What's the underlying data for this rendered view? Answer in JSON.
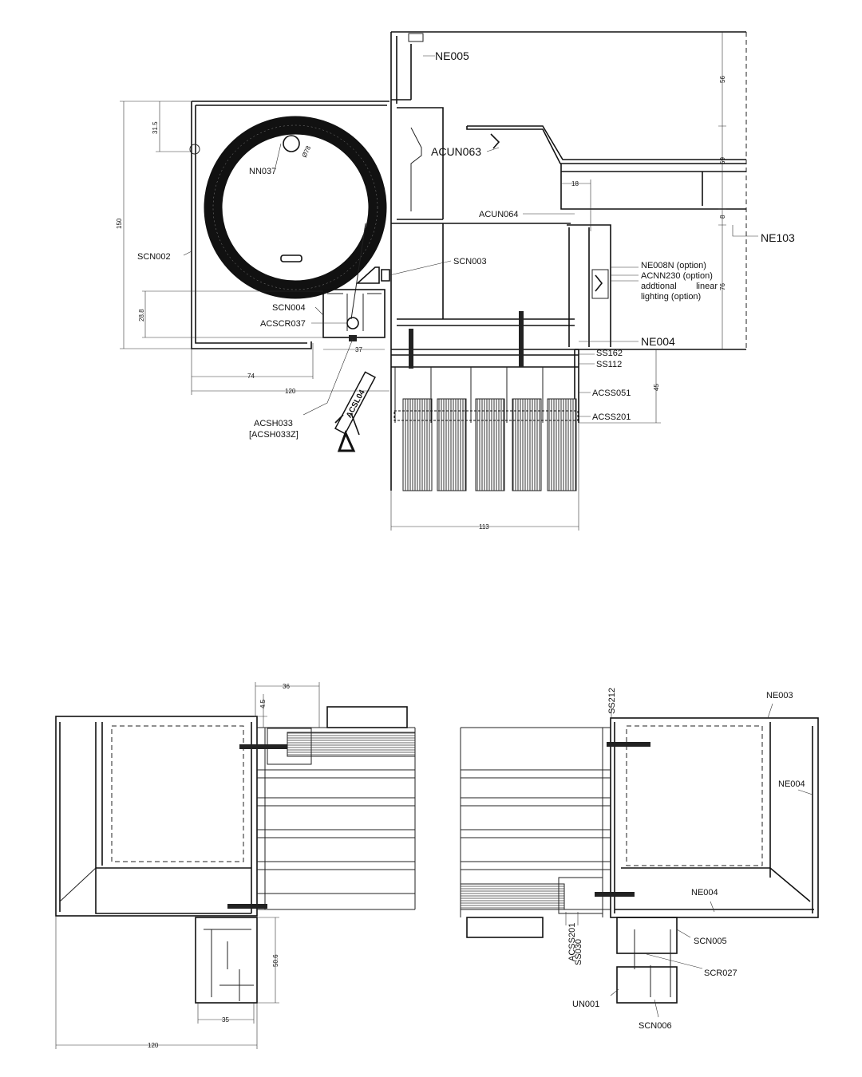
{
  "top_section": {
    "labels": {
      "ne005": "NE005",
      "acun063": "ACUN063",
      "nn037": "NN037",
      "diameter": "Ø78",
      "scn002": "SCN002",
      "scn003": "SCN003",
      "acun064": "ACUN064",
      "ne103": "NE103",
      "ne008n": "NE008N (option)",
      "acnn230": "ACNN230  (option)",
      "lighting1": "addtional        linear",
      "lighting2": "lighting (option)",
      "scn004": "SCN004",
      "acscr037": "ACSCR037",
      "ne004": "NE004",
      "ss162": "SS162",
      "ss112": "SS112",
      "acss051": "ACSS051",
      "acss201": "ACSS201",
      "acsh033": "ACSH033",
      "acsh033z": "[ACSH033Z]",
      "acsl04": "ACSL04"
    },
    "dimensions": {
      "d150": "150",
      "d31_5": "31.5",
      "d28_8": "28.8",
      "d74": "74",
      "d120": "120",
      "d37": "37",
      "d113": "113",
      "d45": "45",
      "d56": "56",
      "d59": "59",
      "d8": "8",
      "d76": "76",
      "d18": "18"
    }
  },
  "bottom_section": {
    "labels": {
      "ss212": "SS212",
      "ne003": "NE003",
      "ne004_side": "NE004",
      "ne004_bottom": "NE004",
      "scn005": "SCN005",
      "scr027": "SCR027",
      "un001": "UN001",
      "scn006": "SCN006",
      "acss201": "ACSS201",
      "ss030": "SS030"
    },
    "dimensions": {
      "d36": "36",
      "d4_5": "4.5",
      "d50_6": "50.6",
      "d35": "35",
      "d120": "120"
    }
  }
}
